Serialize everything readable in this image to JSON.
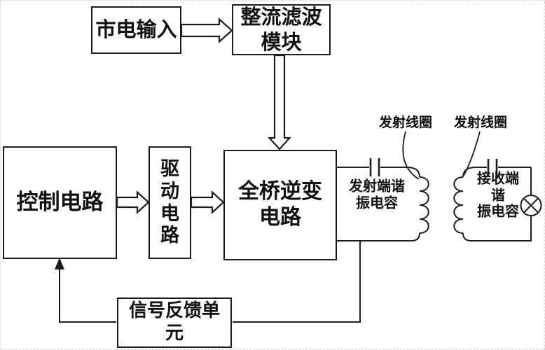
{
  "diagram": {
    "background_color": "#ffffff",
    "line_color": "#1d1d1d",
    "blocks": {
      "mains_input": "市电输入",
      "rectifier_filter": "整流滤波\n模块",
      "control_circuit": "控制电路",
      "drive_circuit": "驱\n动\n电\n路",
      "full_bridge_inverter": "全桥逆变\n电路",
      "signal_feedback_unit": "信号反馈单\n元"
    },
    "annotations": {
      "tx_coil_label": "发射线圈",
      "rx_coil_label": "发射线圈",
      "tx_resonant_capacitor": "发射端谐\n振电容",
      "rx_resonant_capacitor": "接收端谐\n振电容"
    },
    "symbols": {
      "capacitor_symbols": 2,
      "coil_turns_each": 4,
      "load_symbol": "lamp-circle-with-x"
    }
  }
}
